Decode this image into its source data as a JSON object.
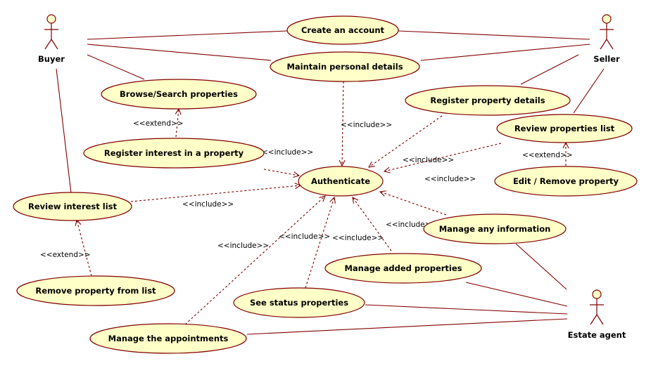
{
  "actors": {
    "buyer": "Buyer",
    "seller": "Seller",
    "estate_agent": "Estate agent"
  },
  "use_cases": {
    "create_account": "Create an account",
    "maintain_details": "Maintain personal details",
    "browse": "Browse/Search properties",
    "register_property": "Register property details",
    "review_properties": "Review properties list",
    "register_interest": "Register interest in a property",
    "authenticate": "Authenticate",
    "edit_remove": "Edit / Remove property",
    "review_interest": "Review interest list",
    "manage_info": "Manage any information",
    "manage_added": "Manage added properties",
    "remove_from_list": "Remove property from list",
    "see_status": "See status properties",
    "manage_appointments": "Manage the appointments"
  },
  "stereotypes": {
    "include": "<<include>>",
    "extend": "<<extend>>"
  },
  "colors": {
    "use_case_fill": "#ffffc8",
    "line": "#800000"
  }
}
